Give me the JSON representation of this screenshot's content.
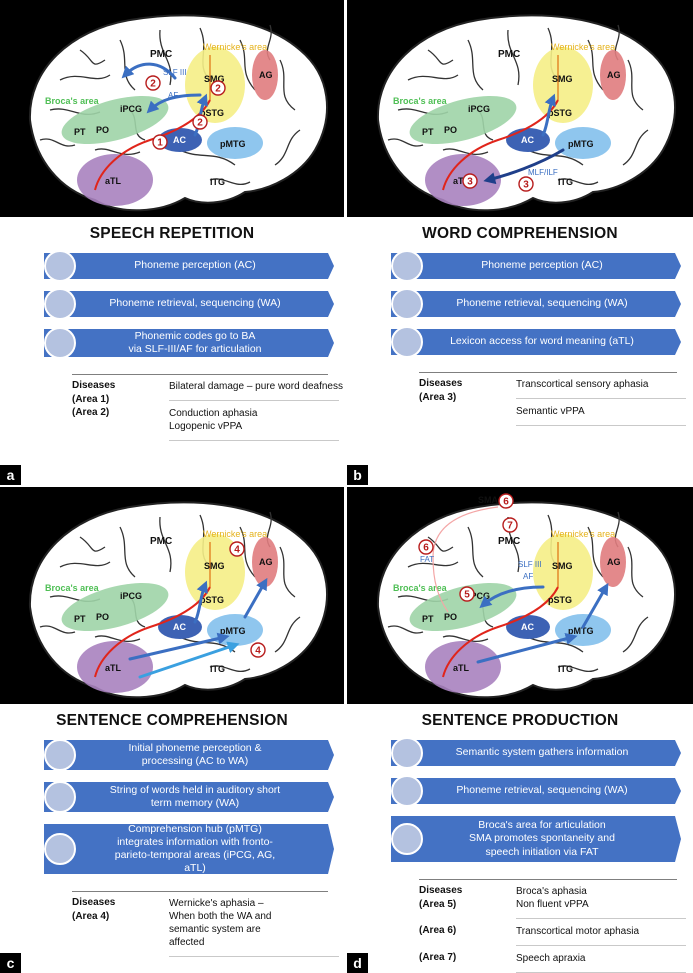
{
  "regions": {
    "pmc": "PMC",
    "wernicke": "Wernicke's area",
    "smg": "SMG",
    "ag": "AG",
    "broca": "Broca's area",
    "ipcg": "iPCG",
    "pt": "PT",
    "po": "PO",
    "pstg": "pSTG",
    "ac": "AC",
    "pmtg": "pMTG",
    "atl": "aTL",
    "itg": "ITG",
    "sma": "SMA"
  },
  "tracts": {
    "slf3": "SLF III",
    "af": "AF",
    "mlf_ilf": "MLF/ILF",
    "fat": "FAT"
  },
  "panels": {
    "a": {
      "letter": "a",
      "title": "SPEECH REPETITION",
      "steps": [
        "Phoneme perception (AC)",
        "Phoneme retrieval, sequencing (WA)",
        "Phonemic codes go to BA\nvia SLF-III/AF for articulation"
      ],
      "markers": [
        "1",
        "2",
        "2",
        "2"
      ],
      "diseases_label": "Diseases",
      "areas": [
        {
          "area": "(Area 1)",
          "text": "Bilateral damage – pure word deafness"
        },
        {
          "area": "(Area 2)",
          "text": "Conduction aphasia\nLogopenic vPPA"
        }
      ]
    },
    "b": {
      "letter": "b",
      "title": "WORD COMPREHENSION",
      "steps": [
        "Phoneme perception (AC)",
        "Phoneme retrieval, sequencing (WA)",
        "Lexicon access for word meaning (aTL)"
      ],
      "markers": [
        "3",
        "3"
      ],
      "diseases_label": "Diseases",
      "areas": [
        {
          "area": "(Area 3)",
          "text": "Transcortical sensory aphasia"
        },
        {
          "area": "",
          "text": "Semantic vPPA"
        }
      ]
    },
    "c": {
      "letter": "c",
      "title": "SENTENCE COMPREHENSION",
      "steps": [
        "Initial phoneme perception &\nprocessing (AC  to WA)",
        "String of words held in auditory short\nterm memory (WA)",
        "Comprehension hub  (pMTG)\nintegrates information with fronto-\nparieto-temporal areas (iPCG, AG,\naTL)"
      ],
      "markers": [
        "4",
        "4"
      ],
      "diseases_label": "Diseases",
      "areas": [
        {
          "area": "(Area 4)",
          "text": "Wernicke's aphasia –\nWhen both the WA and\nsemantic system  are\naffected"
        }
      ]
    },
    "d": {
      "letter": "d",
      "title": "SENTENCE PRODUCTION",
      "steps": [
        "Semantic system gathers information",
        "Phoneme retrieval, sequencing (WA)",
        "Broca's area for articulation\nSMA promotes spontaneity and\nspeech initiation via FAT"
      ],
      "markers": [
        "6",
        "6",
        "7",
        "5"
      ],
      "diseases_label": "Diseases",
      "areas": [
        {
          "area": "(Area 5)",
          "text": "Broca's aphasia\nNon fluent vPPA"
        },
        {
          "area": "(Area 6)",
          "text": "Transcortical motor aphasia"
        },
        {
          "area": "(Area 7)",
          "text": "Speech apraxia"
        }
      ]
    }
  },
  "colors": {
    "broca": "#9fd4a7",
    "wernicke": "#f5ee86",
    "ag": "#e07c7e",
    "ac": "#3d62b4",
    "pmtg": "#8fc6ee",
    "atl": "#a982bf",
    "arrow": "#3b6fc2",
    "tract_red": "#e0251b",
    "step_bar": "#4472c4",
    "step_circle": "#b4c2e0",
    "label_green": "#4fbf55",
    "label_yellow": "#e5b21b"
  }
}
